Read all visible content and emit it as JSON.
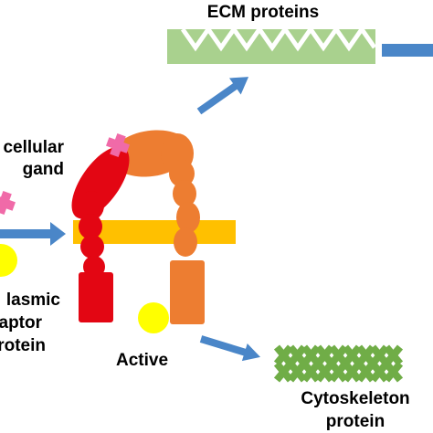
{
  "labels": {
    "ecm_proteins": "ECM proteins",
    "extracellular_line1": "cellular",
    "extracellular_line2": "gand",
    "cytoplasmic_line1": "lasmic",
    "cytoplasmic_line2": "aptor",
    "cytoplasmic_line3": "rotein",
    "active": "Active",
    "cytoskeleton_line1": "Cytoskeleton",
    "cytoskeleton_line2": "protein"
  },
  "colors": {
    "alpha_subunit": "#e30613",
    "beta_subunit": "#ed7d31",
    "membrane": "#ffc000",
    "ligand": "#f06aa8",
    "adaptor": "#ffff00",
    "arrow": "#4a86c8",
    "ecm": "#a9d18e",
    "cytoskeleton": "#70ad47"
  }
}
